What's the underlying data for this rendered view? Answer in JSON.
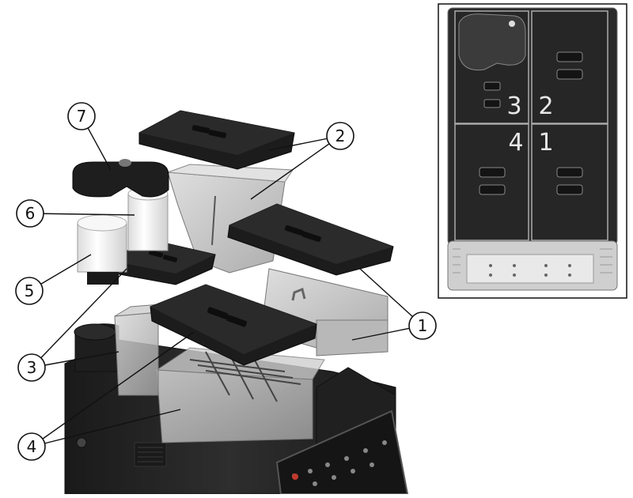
{
  "callouts": [
    {
      "id": "1",
      "label": "1"
    },
    {
      "id": "2",
      "label": "2"
    },
    {
      "id": "3",
      "label": "3"
    },
    {
      "id": "4",
      "label": "4"
    },
    {
      "id": "5",
      "label": "5"
    },
    {
      "id": "6",
      "label": "6"
    },
    {
      "id": "7",
      "label": "7"
    }
  ],
  "inset": {
    "compartment_labels": [
      "3",
      "2",
      "4",
      "1"
    ]
  },
  "colors": {
    "lid": "#1c1c1c",
    "lid_edge": "#0a0a0a",
    "hopper_glass": "#bdbdbd",
    "machine_body": "#262626",
    "canister": "#f2f2f2",
    "callout_ring": "#111111"
  }
}
